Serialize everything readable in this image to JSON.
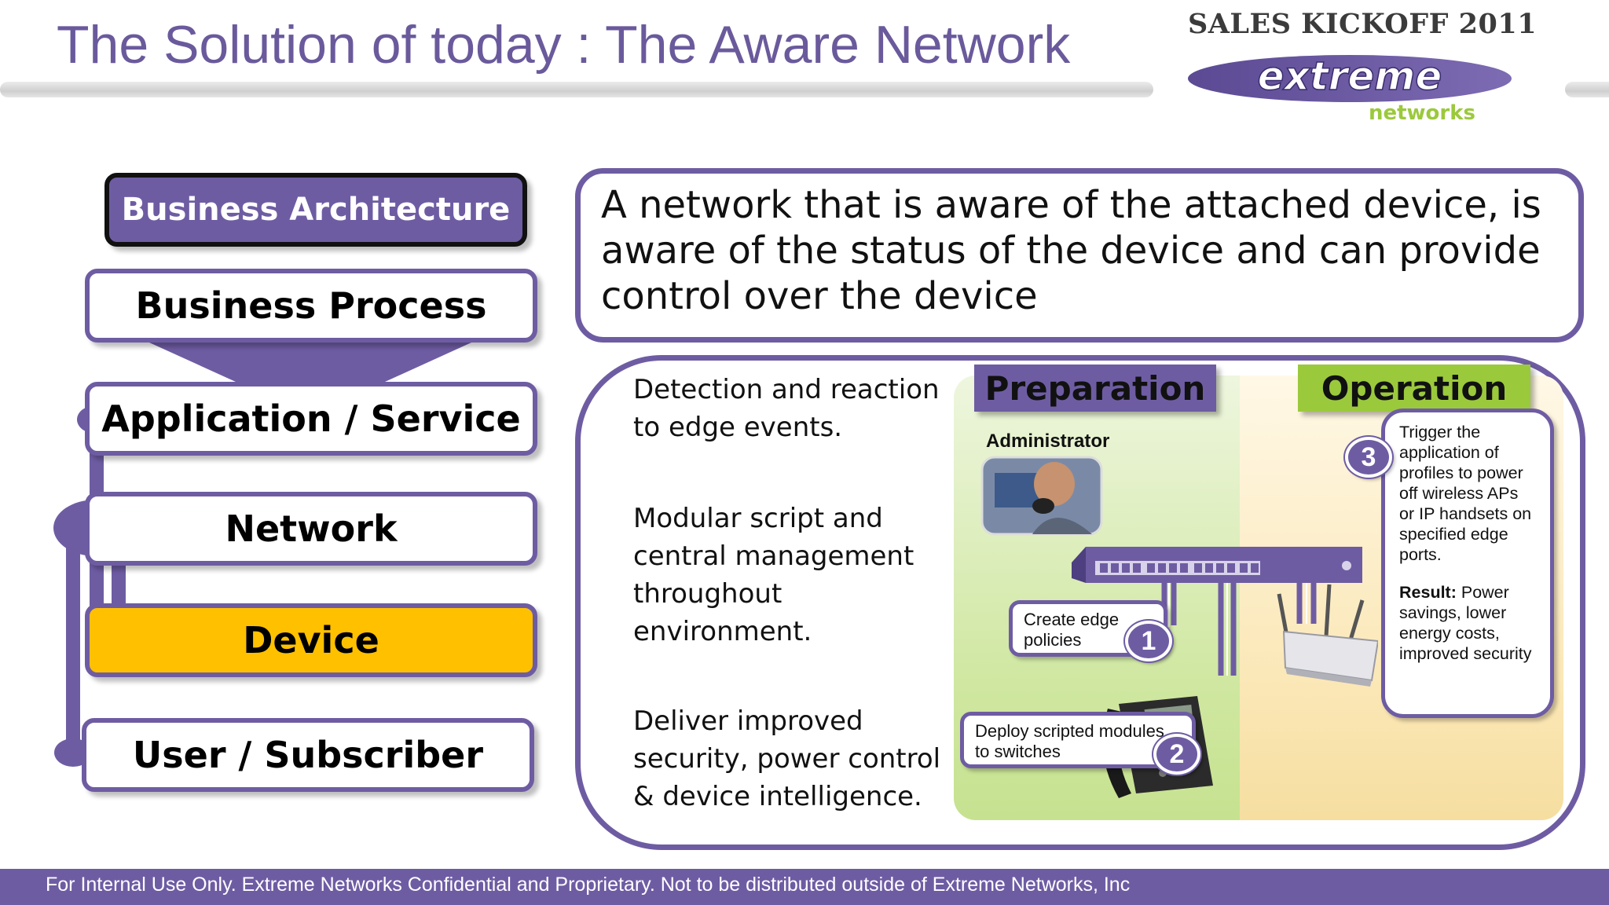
{
  "header": {
    "title": "The Solution of today : The Aware Network",
    "event": "SALES KICKOFF 2011",
    "logo_word": "extreme",
    "logo_sub": "networks"
  },
  "stack": {
    "items": [
      {
        "label": "Business Architecture"
      },
      {
        "label": "Business Process"
      },
      {
        "label": "Application / Service"
      },
      {
        "label": "Network"
      },
      {
        "label": "Device"
      },
      {
        "label": "User / Subscriber"
      }
    ]
  },
  "definition": {
    "text": "A network that is aware of the attached device, is aware of the status of the device and can provide control over the device"
  },
  "features": {
    "items": [
      "Detection and reaction to edge events.",
      "Modular script and central management throughout environment.",
      "Deliver improved security, power control & device intelligence."
    ]
  },
  "workflow": {
    "preparation_label": "Preparation",
    "operation_label": "Operation",
    "admin_label": "Administrator",
    "step1": {
      "num": "1",
      "text": "Create edge policies"
    },
    "step2": {
      "num": "2",
      "text": "Deploy scripted modules to switches"
    },
    "step3": {
      "num": "3",
      "text": "Trigger the application of profiles to power off wireless APs or IP handsets on specified edge ports.",
      "result_label": "Result:",
      "result_text": " Power savings, lower energy costs, improved security"
    }
  },
  "footer": {
    "text": "For Internal Use Only. Extreme Networks Confidential and Proprietary. Not to be distributed outside of Extreme Networks, Inc"
  },
  "colors": {
    "purple": "#6e5ca3",
    "device_yellow": "#ffc000",
    "operation_green": "#9bc93c",
    "title_purple": "#6a5a9c"
  }
}
